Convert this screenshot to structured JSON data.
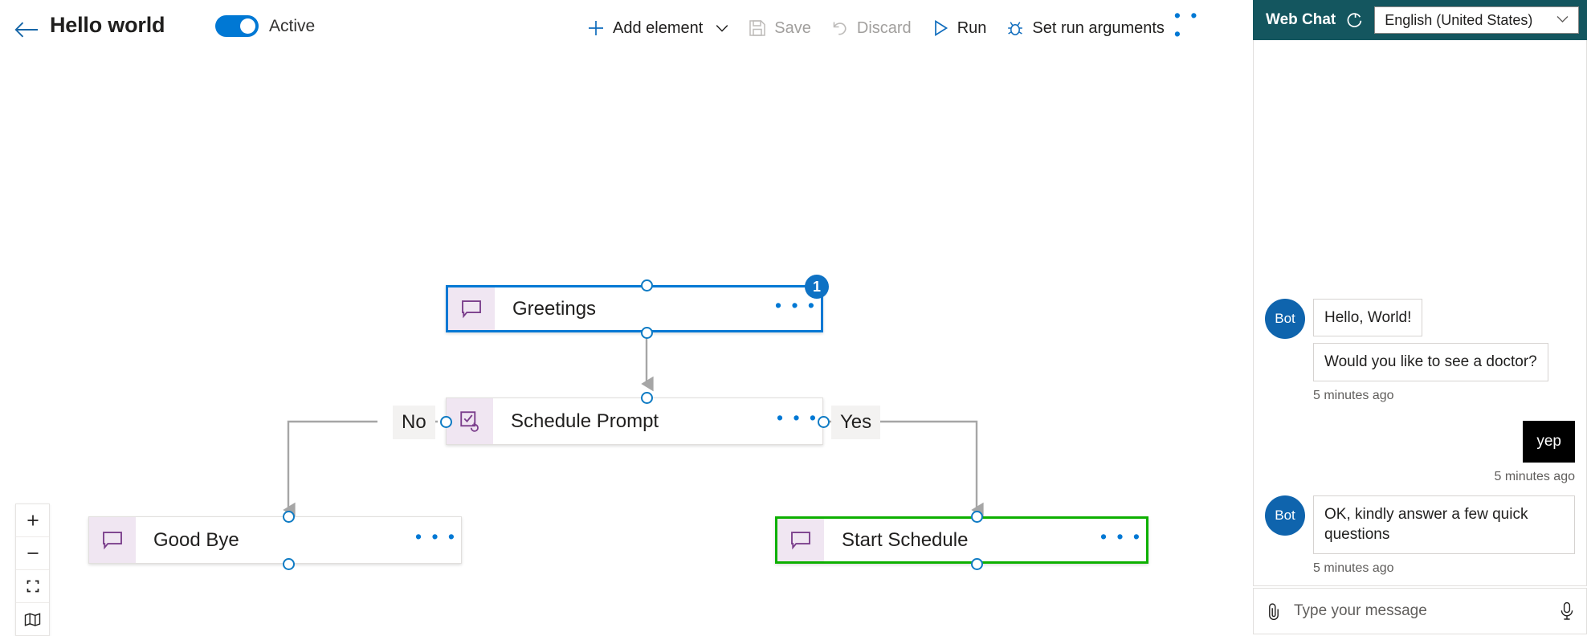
{
  "header": {
    "back_icon": "back-arrow-icon",
    "title": "Hello world",
    "toggle": {
      "state_label": "Active",
      "on": true,
      "accent": "#0078d4"
    }
  },
  "toolbar": {
    "add_element": {
      "label": "Add element",
      "icon": "plus-icon",
      "chevron": "chevron-down-icon",
      "disabled": false
    },
    "save": {
      "label": "Save",
      "icon": "save-disk-icon",
      "disabled": true
    },
    "discard": {
      "label": "Discard",
      "icon": "undo-arrow-icon",
      "disabled": true
    },
    "run": {
      "label": "Run",
      "icon": "play-triangle-icon",
      "disabled": false
    },
    "set_run_arguments": {
      "label": "Set run arguments",
      "icon": "bug-icon",
      "disabled": false
    },
    "overflow": {
      "label": "• • •",
      "icon": "more-horizontal-icon"
    }
  },
  "canvas": {
    "nodes": [
      {
        "id": "greetings",
        "title": "Greetings",
        "icon": "message-bubble-icon",
        "selection": "selected-blue",
        "badge": "1",
        "menu": "• • •"
      },
      {
        "id": "schedule-prompt",
        "title": "Schedule Prompt",
        "icon": "question-checkbox-icon",
        "selection": "plain",
        "badge": null,
        "menu": "• • •"
      },
      {
        "id": "good-bye",
        "title": "Good Bye",
        "icon": "message-bubble-icon",
        "selection": "plain",
        "badge": null,
        "menu": "• • •"
      },
      {
        "id": "start-schedule",
        "title": "Start Schedule",
        "icon": "message-bubble-icon",
        "selection": "selected-green",
        "badge": null,
        "menu": "• • •"
      }
    ],
    "edge_labels": {
      "no": "No",
      "yes": "Yes"
    },
    "zoom_controls": [
      {
        "id": "zoom-in",
        "icon": "plus-icon"
      },
      {
        "id": "zoom-out",
        "icon": "minus-icon"
      },
      {
        "id": "fit-to-screen",
        "icon": "fit-screen-icon"
      },
      {
        "id": "mini-map",
        "icon": "map-icon"
      }
    ],
    "colors": {
      "selected": "#0078d4",
      "success": "#0db000",
      "icon_tile": "#f0e6f2",
      "icon_stroke": "#7b3f8c"
    }
  },
  "chat": {
    "title": "Web Chat",
    "refresh_icon": "refresh-icon",
    "language": {
      "value": "English (United States)",
      "chevron": "chevron-down-icon"
    },
    "header_color": "#14565f",
    "messages": [
      {
        "from": "bot",
        "avatar": "Bot",
        "bubbles": [
          "Hello, World!",
          "Would you like to see a doctor?"
        ],
        "timestamp": "5 minutes ago"
      },
      {
        "from": "user",
        "bubbles": [
          "yep"
        ],
        "timestamp": "5 minutes ago"
      },
      {
        "from": "bot",
        "avatar": "Bot",
        "bubbles": [
          "OK, kindly answer a few quick questions"
        ],
        "timestamp": "5 minutes ago"
      }
    ],
    "input": {
      "placeholder": "Type your message",
      "value": "",
      "attach_icon": "paperclip-icon",
      "mic_icon": "microphone-icon"
    }
  }
}
